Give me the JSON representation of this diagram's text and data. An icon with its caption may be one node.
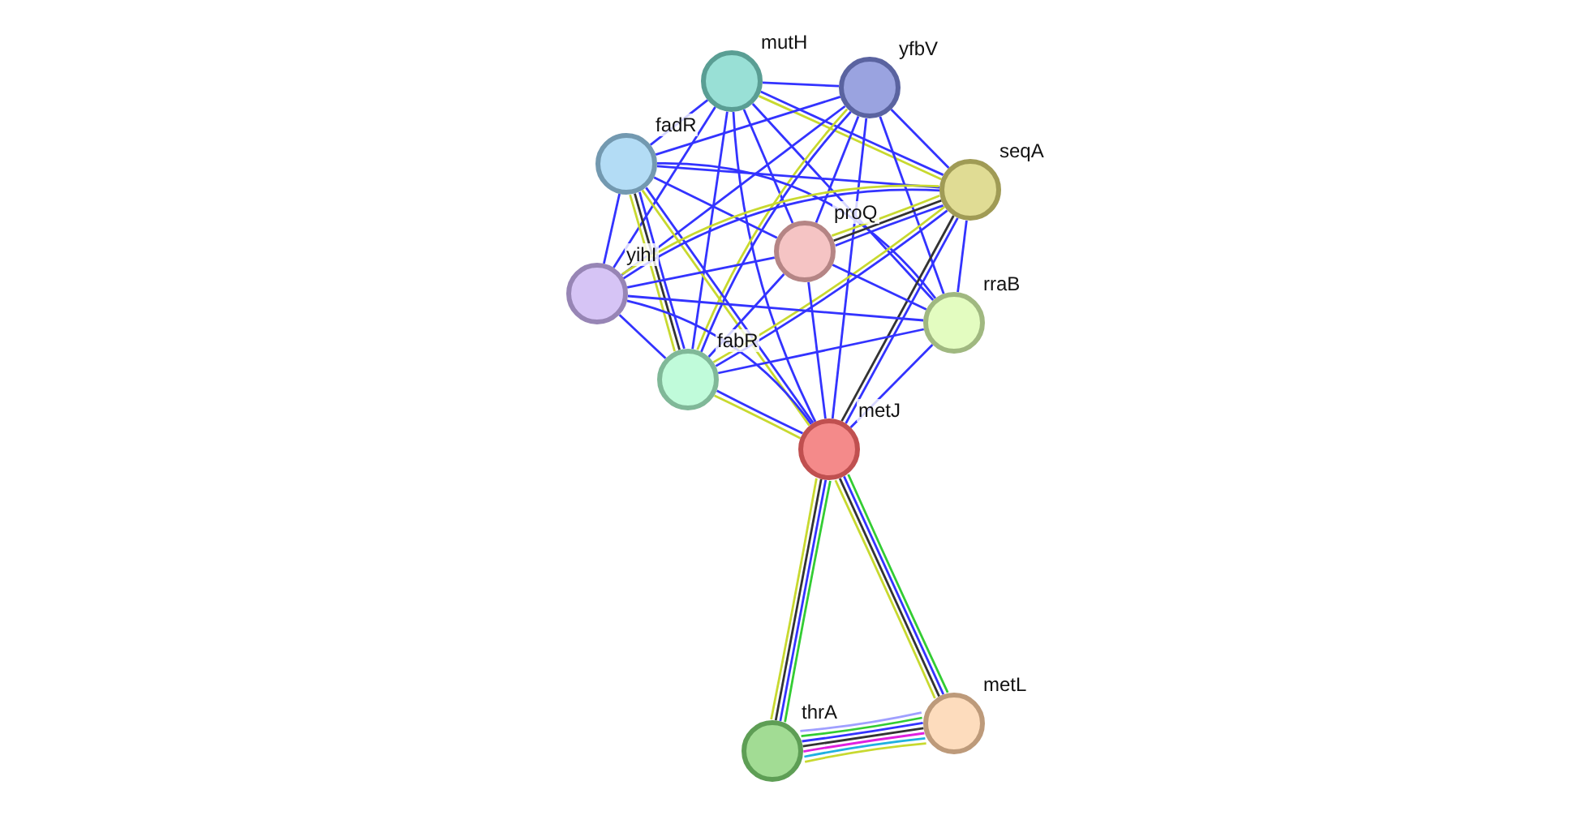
{
  "diagram": {
    "nodes": [
      {
        "text": [],
        "shape": "circle",
        "beside": [
          "mutH"
        ]
      },
      {
        "text": [],
        "shape": "circle",
        "beside": [
          "yfbV"
        ]
      },
      {
        "text": [],
        "shape": "circle",
        "beside": [
          "fadR"
        ]
      },
      {
        "text": [],
        "shape": "circle",
        "beside": [
          "seqA"
        ]
      },
      {
        "text": [],
        "shape": "circle",
        "beside": [
          "proQ"
        ]
      },
      {
        "text": [],
        "shape": "circle",
        "beside": [
          "yihI"
        ]
      },
      {
        "text": [],
        "shape": "circle",
        "beside": [
          "rraB"
        ]
      },
      {
        "text": [],
        "shape": "circle",
        "beside": [
          "fabR"
        ]
      },
      {
        "text": [],
        "shape": "circle",
        "beside": [
          "metJ"
        ]
      },
      {
        "text": [],
        "shape": "circle",
        "beside": [
          "thrA"
        ]
      },
      {
        "text": [],
        "shape": "circle",
        "beside": [
          "metL"
        ]
      }
    ],
    "edges": [
      {
        "from": 0,
        "to": 1,
        "arrow": "none"
      },
      {
        "from": 0,
        "to": 2,
        "arrow": "none"
      },
      {
        "from": 0,
        "to": 3,
        "arrow": "none"
      },
      {
        "from": 0,
        "to": 3,
        "arrow": "none",
        "color": "#c8d92f"
      },
      {
        "from": 0,
        "to": 4,
        "arrow": "none"
      },
      {
        "from": 0,
        "to": 5,
        "arrow": "none"
      },
      {
        "from": 0,
        "to": 6,
        "arrow": "none"
      },
      {
        "from": 0,
        "to": 7,
        "arrow": "none"
      },
      {
        "from": 0,
        "to": 8,
        "arrow": "none"
      },
      {
        "from": 1,
        "to": 2,
        "arrow": "none"
      },
      {
        "from": 1,
        "to": 3,
        "arrow": "none"
      },
      {
        "from": 1,
        "to": 4,
        "arrow": "none"
      },
      {
        "from": 1,
        "to": 5,
        "arrow": "none"
      },
      {
        "from": 1,
        "to": 6,
        "arrow": "none"
      },
      {
        "from": 1,
        "to": 7,
        "arrow": "none"
      },
      {
        "from": 1,
        "to": 7,
        "arrow": "none",
        "color": "#c8d92f"
      },
      {
        "from": 1,
        "to": 8,
        "arrow": "none"
      },
      {
        "from": 2,
        "to": 3,
        "arrow": "none"
      },
      {
        "from": 2,
        "to": 4,
        "arrow": "none"
      },
      {
        "from": 2,
        "to": 5,
        "arrow": "none"
      },
      {
        "from": 2,
        "to": 6,
        "arrow": "none"
      },
      {
        "from": 2,
        "to": 7,
        "arrow": "none"
      },
      {
        "from": 2,
        "to": 7,
        "arrow": "none",
        "color": "#333333"
      },
      {
        "from": 2,
        "to": 7,
        "arrow": "none",
        "color": "#c8d92f"
      },
      {
        "from": 2,
        "to": 8,
        "arrow": "none"
      },
      {
        "from": 2,
        "to": 8,
        "arrow": "none",
        "color": "#c8d92f"
      },
      {
        "from": 3,
        "to": 4,
        "arrow": "none"
      },
      {
        "from": 3,
        "to": 4,
        "arrow": "none",
        "color": "#333333"
      },
      {
        "from": 3,
        "to": 4,
        "arrow": "none",
        "color": "#c8d92f"
      },
      {
        "from": 3,
        "to": 5,
        "arrow": "none"
      },
      {
        "from": 3,
        "to": 5,
        "arrow": "none",
        "color": "#c8d92f"
      },
      {
        "from": 3,
        "to": 6,
        "arrow": "none"
      },
      {
        "from": 3,
        "to": 7,
        "arrow": "none"
      },
      {
        "from": 3,
        "to": 7,
        "arrow": "none",
        "color": "#c8d92f"
      },
      {
        "from": 3,
        "to": 8,
        "arrow": "none"
      },
      {
        "from": 3,
        "to": 8,
        "arrow": "none",
        "color": "#333333"
      },
      {
        "from": 4,
        "to": 5,
        "arrow": "none"
      },
      {
        "from": 4,
        "to": 6,
        "arrow": "none"
      },
      {
        "from": 4,
        "to": 7,
        "arrow": "none"
      },
      {
        "from": 4,
        "to": 8,
        "arrow": "none"
      },
      {
        "from": 5,
        "to": 6,
        "arrow": "none"
      },
      {
        "from": 5,
        "to": 7,
        "arrow": "none"
      },
      {
        "from": 5,
        "to": 8,
        "arrow": "none"
      },
      {
        "from": 6,
        "to": 7,
        "arrow": "none"
      },
      {
        "from": 6,
        "to": 8,
        "arrow": "none"
      },
      {
        "from": 7,
        "to": 8,
        "arrow": "none"
      },
      {
        "from": 7,
        "to": 8,
        "arrow": "none",
        "color": "#c8d92f"
      },
      {
        "from": 8,
        "to": 9,
        "arrow": "none",
        "color": "#33cc33"
      },
      {
        "from": 8,
        "to": 9,
        "arrow": "none"
      },
      {
        "from": 8,
        "to": 9,
        "arrow": "none",
        "color": "#333333"
      },
      {
        "from": 8,
        "to": 9,
        "arrow": "none",
        "color": "#c8d92f"
      },
      {
        "from": 8,
        "to": 10,
        "arrow": "none",
        "color": "#33cc33"
      },
      {
        "from": 8,
        "to": 10,
        "arrow": "none"
      },
      {
        "from": 8,
        "to": 10,
        "arrow": "none",
        "color": "#333333"
      },
      {
        "from": 8,
        "to": 10,
        "arrow": "none",
        "color": "#c8d92f"
      },
      {
        "from": 9,
        "to": 10,
        "arrow": "none",
        "color": "#a0a0ff"
      },
      {
        "from": 9,
        "to": 10,
        "arrow": "none",
        "color": "#33cc33"
      },
      {
        "from": 9,
        "to": 10,
        "arrow": "none"
      },
      {
        "from": 9,
        "to": 10,
        "arrow": "none",
        "color": "#333333"
      },
      {
        "from": 9,
        "to": 10,
        "arrow": "none",
        "color": "#e020e0"
      },
      {
        "from": 9,
        "to": 10,
        "arrow": "none",
        "color": "#20b0e0"
      },
      {
        "from": 9,
        "to": 10,
        "arrow": "none",
        "color": "#c8d92f"
      }
    ]
  }
}
